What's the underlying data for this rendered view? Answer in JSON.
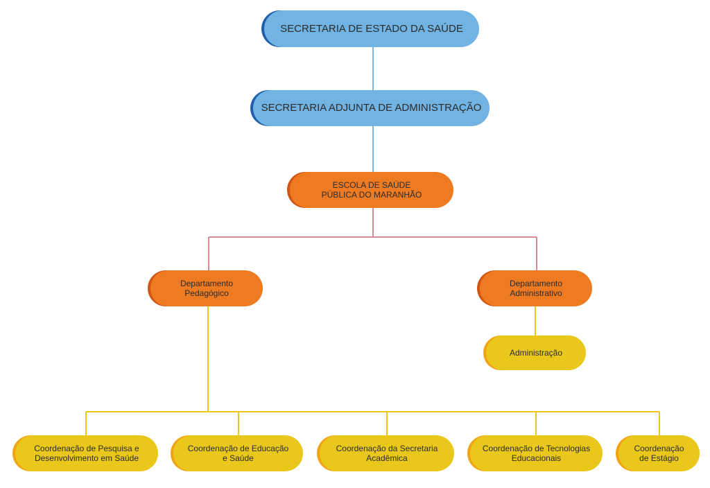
{
  "colors": {
    "blue_fill": "#71b3e3",
    "blue_accent": "#1f5ea8",
    "orange_fill": "#ee7a22",
    "orange_accent": "#d25514",
    "yellow_fill": "#eac81b",
    "yellow_accent": "#f2a315",
    "connector_blue": "#78b6e4",
    "connector_pink": "#d68a95",
    "connector_yellow": "#eac81b"
  },
  "nodes": {
    "secretaria_estado": "SECRETARIA DE ESTADO DA SAÚDE",
    "secretaria_adjunta": "SECRETARIA ADJUNTA DE ADMINISTRAÇÃO",
    "escola": "ESCOLA DE SAÚDE\nPÚBLICA DO MARANHÃO",
    "dep_pedagogico": "Departamento\nPedagógico",
    "dep_administrativo": "Departamento\nAdministrativo",
    "administracao": "Administração",
    "coord_pesquisa": "Coordenação de Pesquisa e\nDesenvolvimento em Saúde",
    "coord_educacao": "Coordenação de Educação\ne Saúde",
    "coord_secretaria": "Coordenação da Secretaria\nAcadêmica",
    "coord_tecnologias": "Coordenação de Tecnologias\nEducacionais",
    "coord_estagio": "Coordenação\nde Estágio"
  }
}
